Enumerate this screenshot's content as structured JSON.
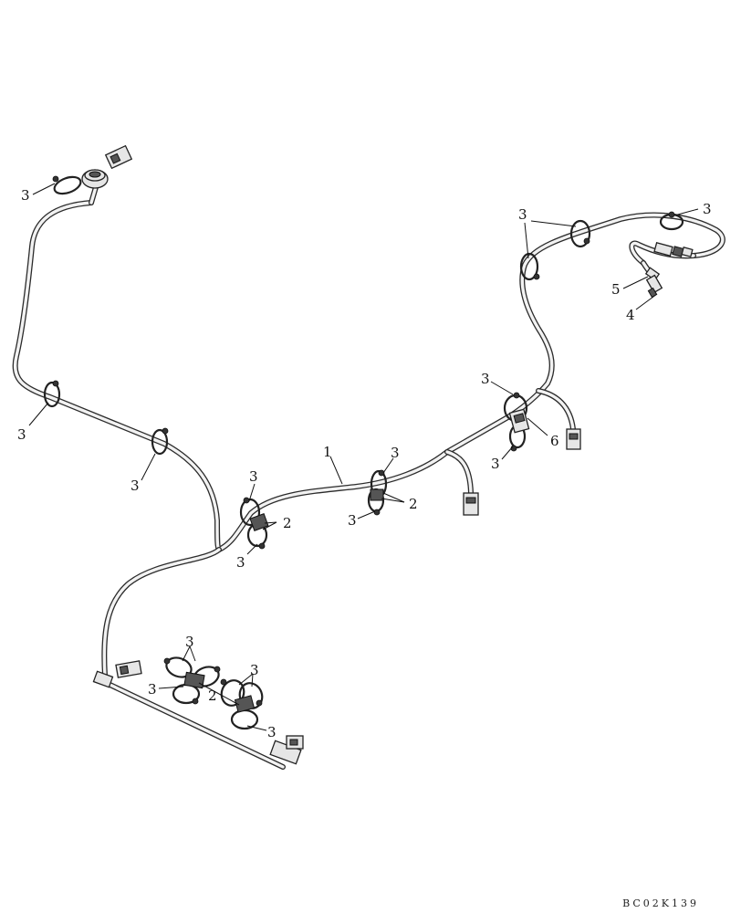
{
  "diagram": {
    "callouts": {
      "harness": "1",
      "clamp_label": "2",
      "tie_label": "3",
      "sensor_label": "4",
      "connector_label": "5",
      "bracket_label": "6"
    },
    "drawing_code": "BC02K139"
  }
}
